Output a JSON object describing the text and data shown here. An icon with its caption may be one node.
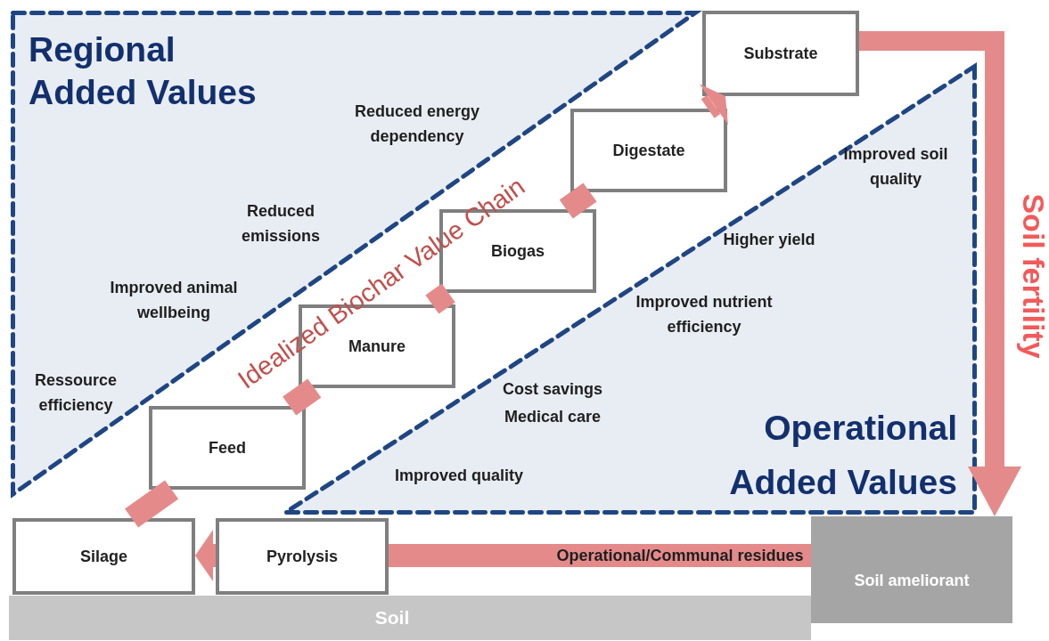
{
  "diagram": {
    "nodes": [
      {
        "text": [
          "Regional Added Values"
        ]
      },
      {
        "text": [
          "Substrate"
        ]
      },
      {
        "text": [
          "Digestate"
        ]
      },
      {
        "text": [
          "Biogas"
        ]
      },
      {
        "text": [
          "Manure"
        ]
      },
      {
        "text": [
          "Feed"
        ]
      },
      {
        "text": [
          "Operational Added Values"
        ]
      },
      {
        "text": [
          "Silage"
        ]
      },
      {
        "text": [
          "Pyrolysis"
        ]
      },
      {
        "text": [
          "Soil ameliorant"
        ]
      },
      {
        "text": [
          "Soil"
        ]
      }
    ],
    "edges": [
      {
        "from": 7,
        "to": 5,
        "arrow": "none"
      },
      {
        "from": 5,
        "to": 4,
        "arrow": "none"
      },
      {
        "from": 4,
        "to": 3,
        "arrow": "none"
      },
      {
        "from": 3,
        "to": 2,
        "arrow": "none"
      },
      {
        "from": 2,
        "to": 1,
        "arrow": "to"
      },
      {
        "from": 1,
        "to": 9,
        "arrow": "to",
        "label": "Soil fertility"
      },
      {
        "from": 9,
        "to": 8,
        "arrow": "none",
        "label": "Operational/Communal residues"
      },
      {
        "from": 8,
        "to": 7,
        "arrow": "to"
      }
    ],
    "labels": [
      "Reduced energy dependency",
      "Improved soil quality",
      "Reduced emissions",
      "Higher yield",
      "Idealized Biochar Value Chain",
      "Improved animal wellbeing",
      "Improved nutrient efficiency",
      "Ressource efficiency",
      "Cost savings",
      "Medical care",
      "Improved quality"
    ]
  }
}
